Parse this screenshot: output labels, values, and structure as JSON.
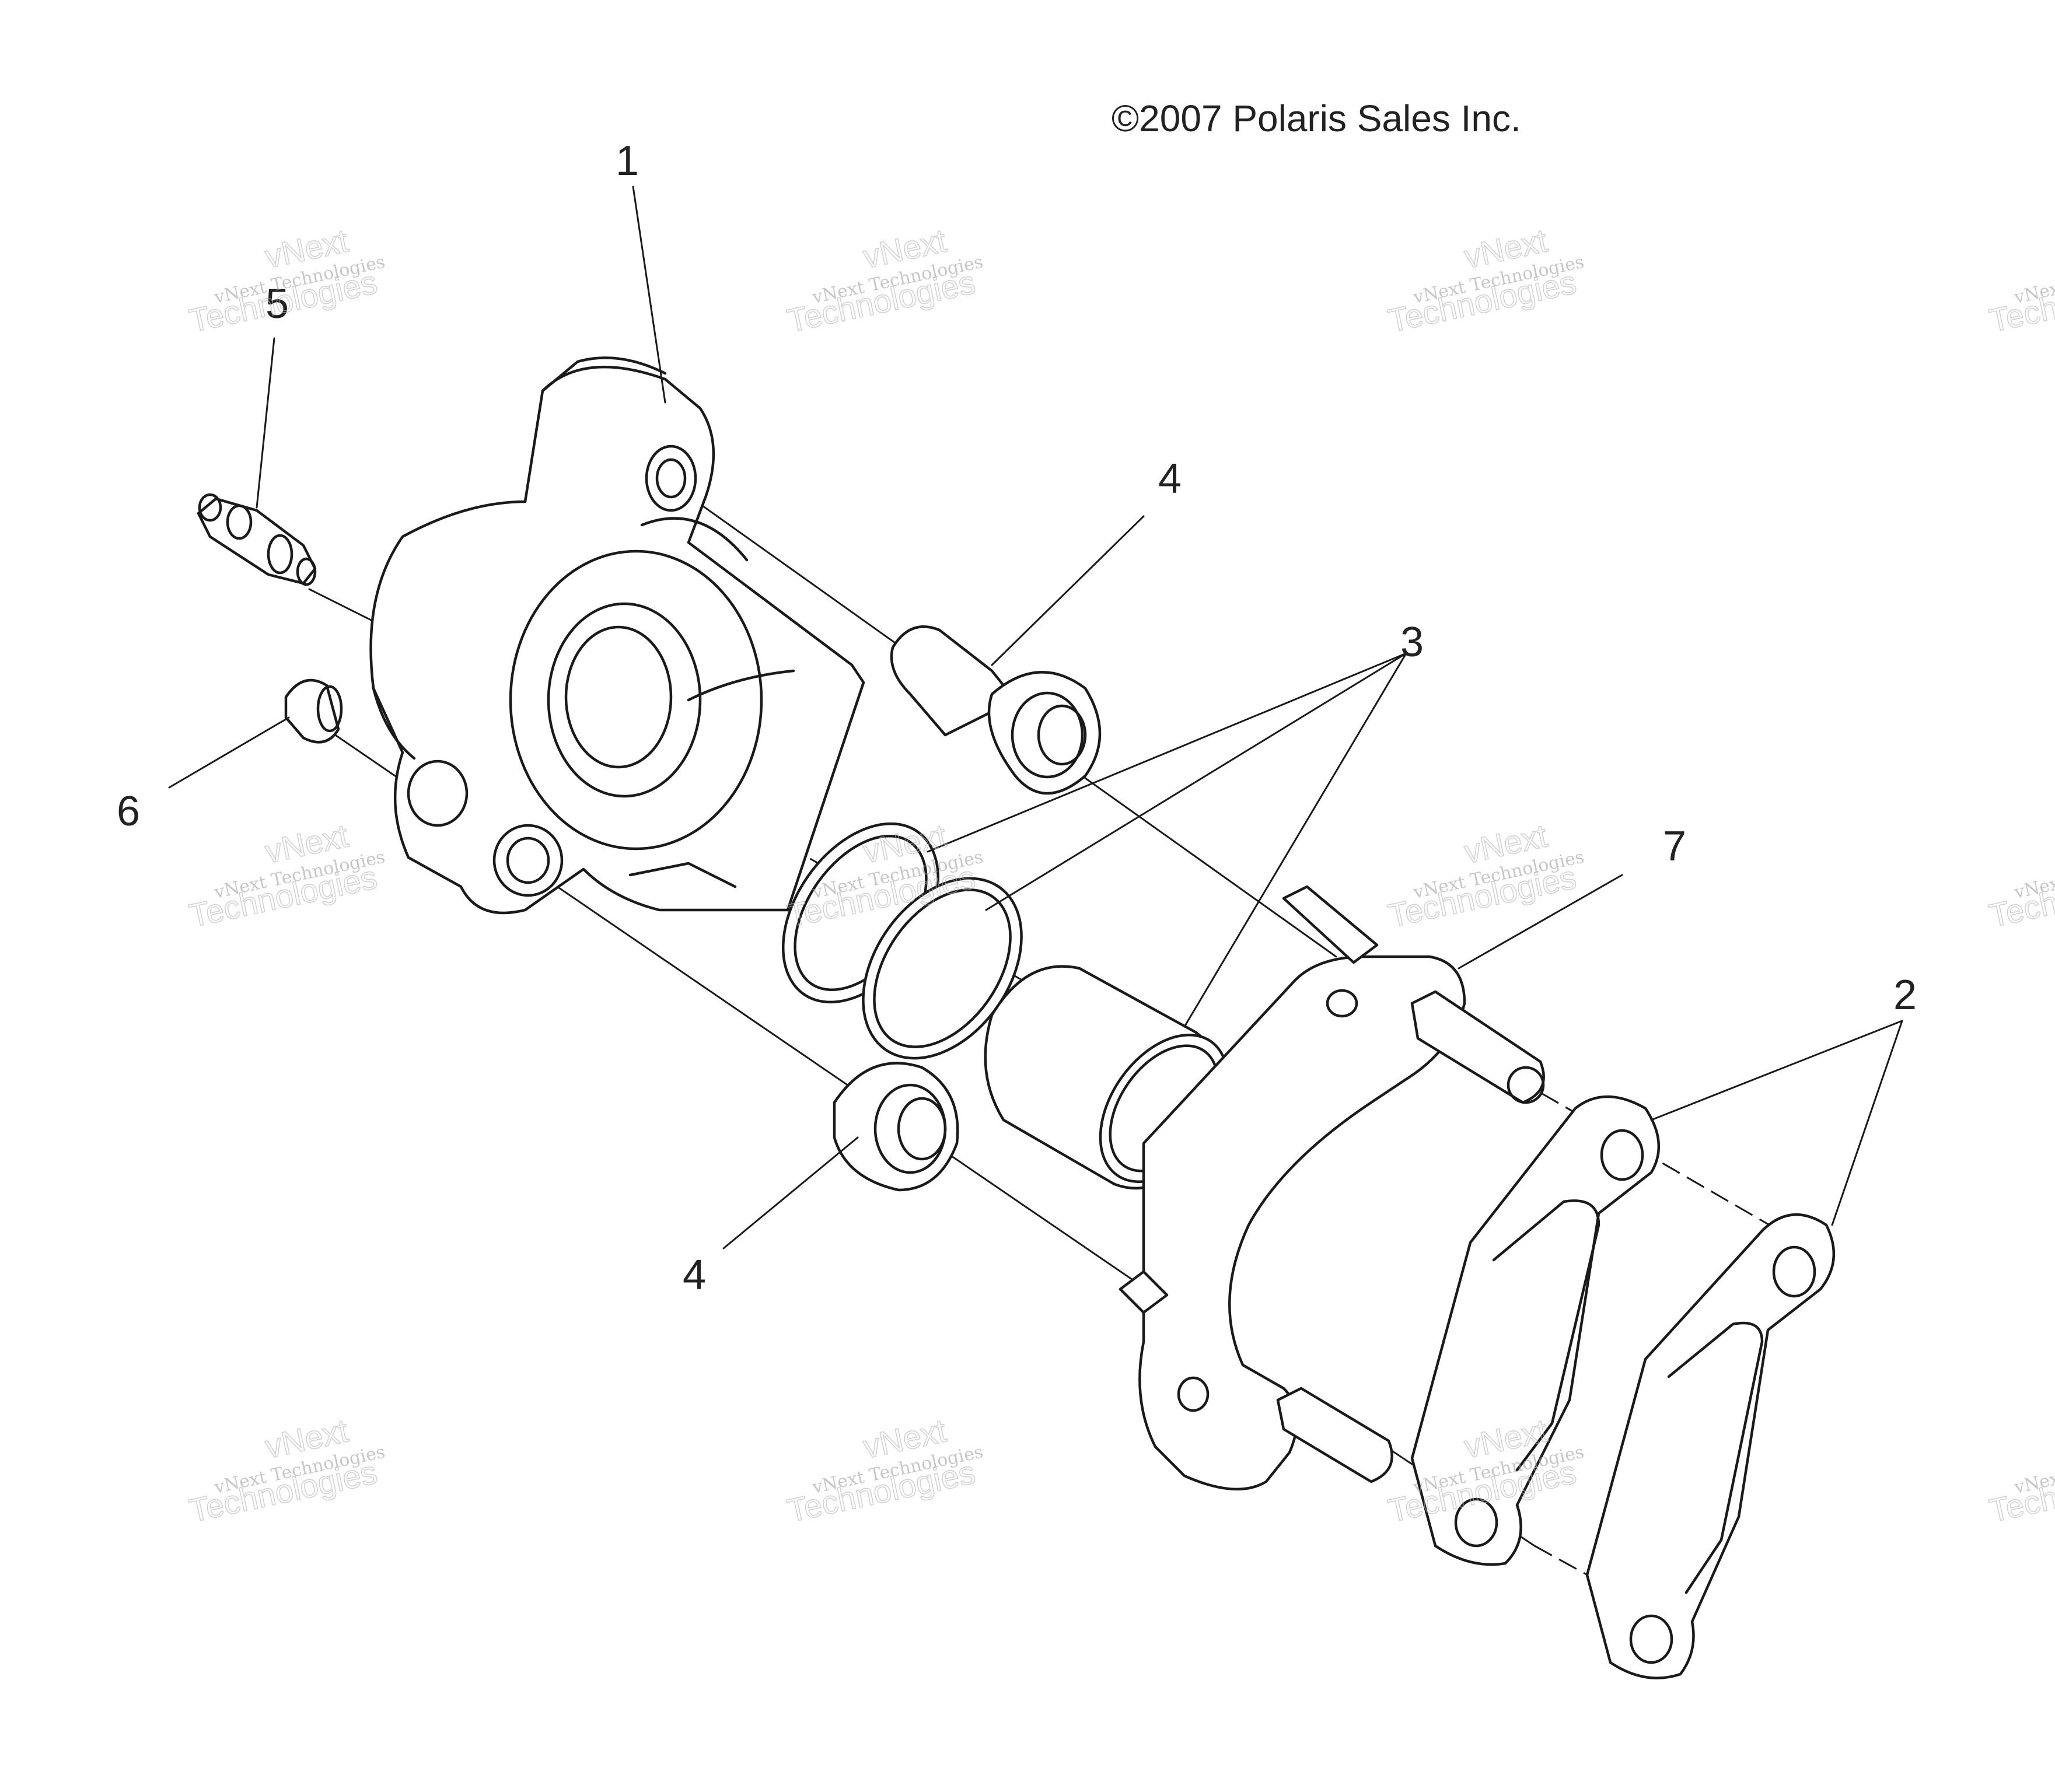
{
  "copyright": "©2007 Polaris Sales Inc.",
  "watermark": {
    "line1": "vNext Technologies",
    "line2": "vNext",
    "line3": "Technologies"
  },
  "callouts": [
    {
      "id": "c1",
      "label": "1"
    },
    {
      "id": "c2",
      "label": "2"
    },
    {
      "id": "c3",
      "label": "3"
    },
    {
      "id": "c4a",
      "label": "4"
    },
    {
      "id": "c4b",
      "label": "4"
    },
    {
      "id": "c5",
      "label": "5"
    },
    {
      "id": "c6",
      "label": "6"
    },
    {
      "id": "c7",
      "label": "7"
    }
  ]
}
